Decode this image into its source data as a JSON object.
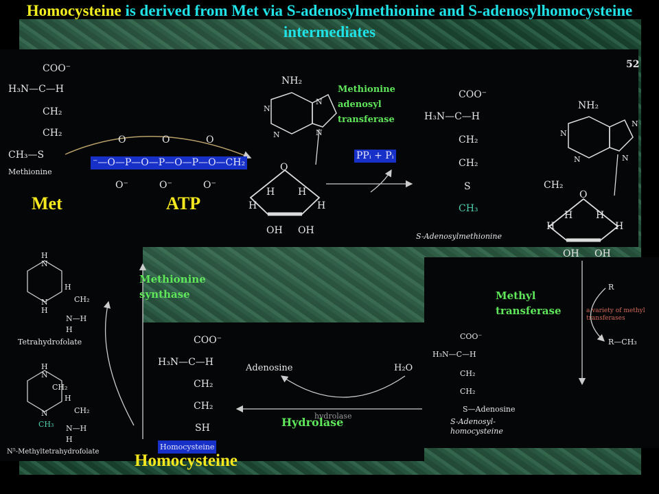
{
  "title": {
    "part1": "Homocysteine",
    "part2": " is derived from Met via S-adenosylmethionine and S-adenosylhomocysteine intermediates"
  },
  "labels": {
    "met": "Met",
    "atp": "ATP",
    "homocysteine": "Homocysteine",
    "methionine_adenosyl_transferase": [
      "Methionine",
      "adenosyl",
      "transferase"
    ],
    "methionine_synthase": [
      "Methionine",
      "synthase"
    ],
    "methyl_transferase": [
      "Methyl",
      "transferase"
    ],
    "hydrolase": "Hydrolase"
  },
  "chem": {
    "page_number": "52",
    "coo": "COO⁻",
    "h3n_c_h": "H₃N—C—H",
    "ch2": "CH₂",
    "s": "S",
    "ch3_s": "CH₃—S",
    "methionine_name": "Methionine",
    "phosphate_chain": "⁻—O—P—O—P—O—P—O—CH₂",
    "o": "O",
    "o_minus": "O⁻",
    "nh2": "NH₂",
    "n": "N",
    "h": "H",
    "oh": "OH",
    "ppi_pi": "PPᵢ + Pᵢ",
    "sam_name": "S-Adenosylmethionine",
    "ch3": "CH₃",
    "r": "R",
    "r_ch3": "R—CH₃",
    "methyl_note": [
      "a variety of methyl",
      "transferases"
    ],
    "s_adenosine": "S—Adenosine",
    "sah_name": [
      "S-Adenosyl-",
      "homocysteine"
    ],
    "adenosine": "Adenosine",
    "h2o": "H₂O",
    "hydrolase_small": "hydrolase",
    "sh": "SH",
    "homocysteine_name": "Homocysteine",
    "thf": "Tetrahydrofolate",
    "methyl_thf": "N⁵-Methyltetrahydrofolate",
    "n_h": "N—H"
  }
}
